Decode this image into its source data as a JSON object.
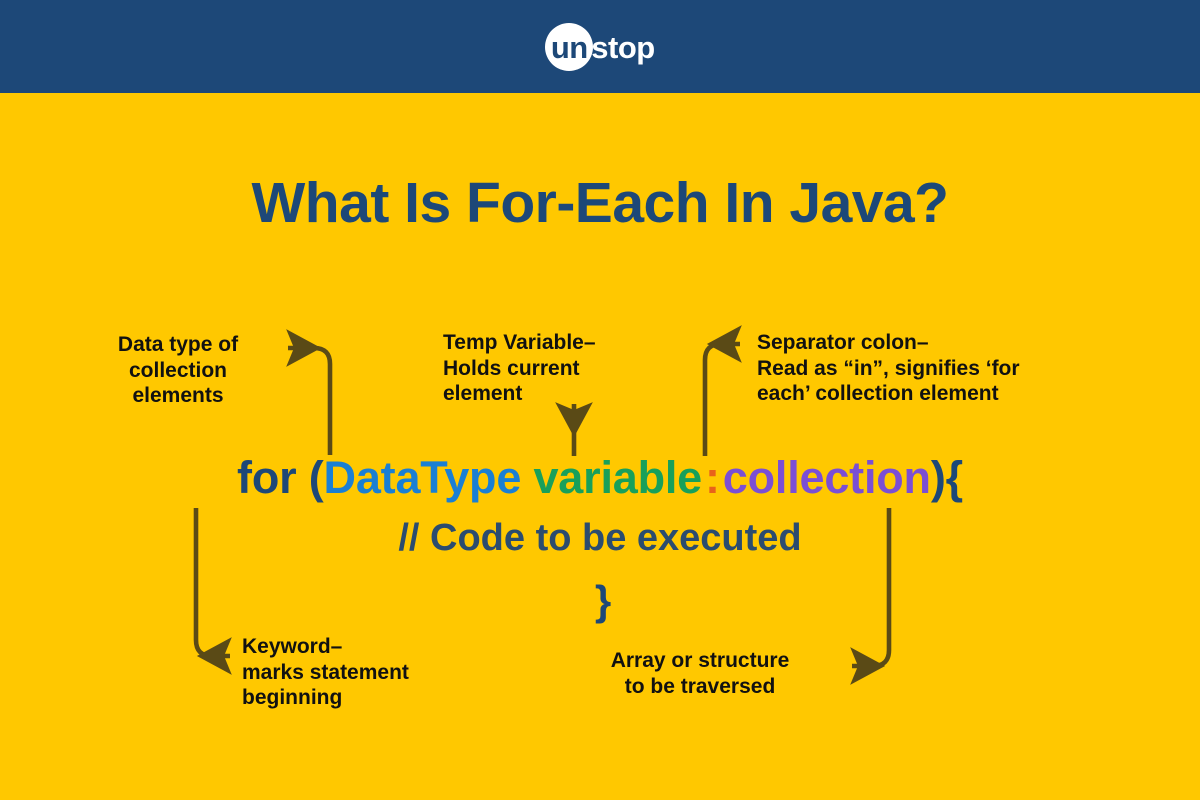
{
  "header": {
    "brand_mark": "un",
    "brand_word": "stop",
    "bar_color": "#1D4878"
  },
  "page": {
    "background_color": "#FFC800",
    "title": "What Is For-Each In Java?",
    "title_color": "#1D4878"
  },
  "code": {
    "keyword": "for (",
    "datatype": "DataType",
    "space": " ",
    "variable": "variable",
    "colon": ":",
    "collection": "collection",
    "close_paren_brace": "){",
    "comment": "// Code to be executed",
    "closing_brace": "}",
    "colors": {
      "keyword": "#1D4878",
      "datatype": "#1A7FD4",
      "variable": "#18A05A",
      "colon": "#E8621A",
      "collection": "#7B4FD4",
      "comment": "#2B4C6F"
    }
  },
  "annotations": {
    "datatype": {
      "line1": "Data type of",
      "line2": "collection",
      "line3": "elements"
    },
    "temp_variable": {
      "line1": "Temp Variable–",
      "line2": "Holds current",
      "line3": "element"
    },
    "separator": {
      "line1": "Separator colon–",
      "line2": "Read as “in”, signifies ‘for",
      "line3": "each’ collection element"
    },
    "keyword": {
      "line1": "Keyword–",
      "line2": "marks statement",
      "line3": "beginning"
    },
    "array": {
      "line1": "Array or structure",
      "line2": "to be traversed"
    }
  },
  "arrows": {
    "stroke_color": "#5A4A16",
    "items": [
      {
        "name": "arrow-to-datatype-label",
        "direction": "up-then-left"
      },
      {
        "name": "arrow-to-temp-variable-label",
        "direction": "up"
      },
      {
        "name": "arrow-to-separator-label",
        "direction": "up-then-right"
      },
      {
        "name": "arrow-to-keyword-label",
        "direction": "down-then-right"
      },
      {
        "name": "arrow-to-array-label",
        "direction": "down-then-left"
      }
    ]
  }
}
